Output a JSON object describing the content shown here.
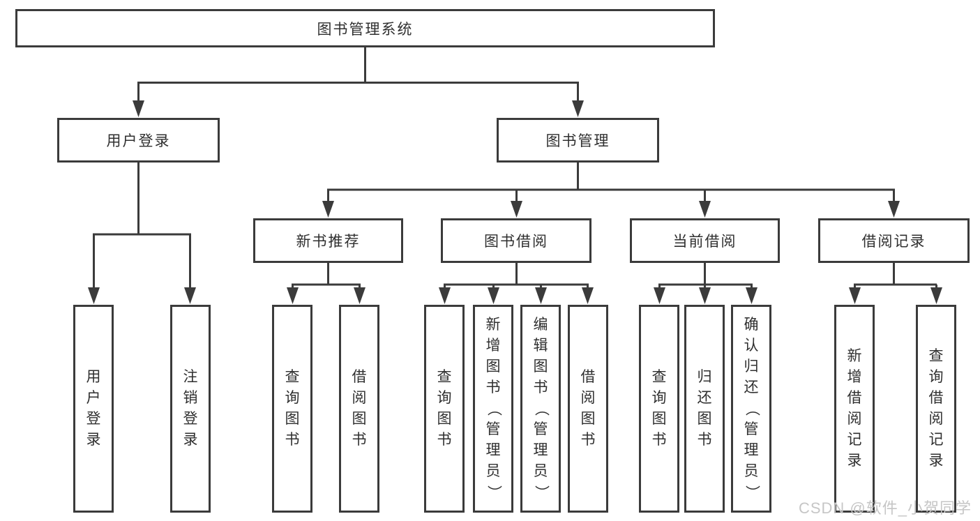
{
  "diagram": {
    "tree": {
      "label": "图书管理系统",
      "children": [
        {
          "label": "用户登录",
          "children": [
            {
              "label": "用户登录"
            },
            {
              "label": "注销登录"
            }
          ]
        },
        {
          "label": "图书管理",
          "children": [
            {
              "label": "新书推荐",
              "children": [
                {
                  "label": "查询图书"
                },
                {
                  "label": "借阅图书"
                }
              ]
            },
            {
              "label": "图书借阅",
              "children": [
                {
                  "label": "查询图书"
                },
                {
                  "label": "新增图书（管理员）"
                },
                {
                  "label": "编辑图书（管理员）"
                },
                {
                  "label": "借阅图书"
                }
              ]
            },
            {
              "label": "当前借阅",
              "children": [
                {
                  "label": "查询图书"
                },
                {
                  "label": "归还图书"
                },
                {
                  "label": "确认归还（管理员）"
                }
              ]
            },
            {
              "label": "借阅记录",
              "children": [
                {
                  "label": "新增借阅记录"
                },
                {
                  "label": "查询借阅记录"
                }
              ]
            }
          ]
        }
      ]
    },
    "colors": {
      "line": "#3b3b3b",
      "text": "#2f2f2f",
      "watermark": "#c6c6c6",
      "background": "#ffffff"
    }
  },
  "watermark": {
    "text": "CSDN @软件_小贺同学"
  }
}
